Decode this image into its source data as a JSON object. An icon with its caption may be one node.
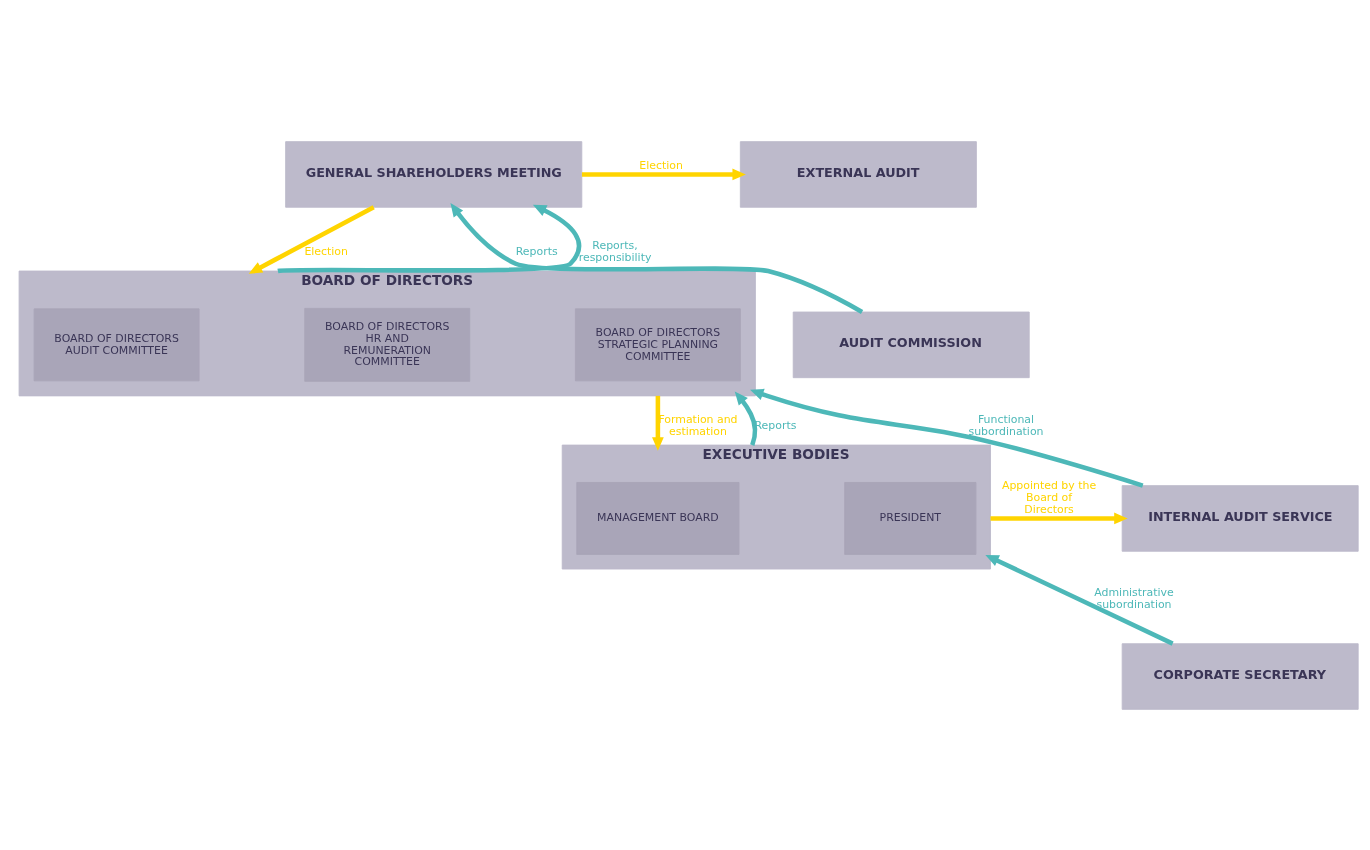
{
  "diagram": {
    "nodes": [
      {
        "text": [
          "GENERAL SHAREHOLDERS MEETING"
        ]
      },
      {
        "text": [
          "EXTERNAL AUDIT"
        ]
      },
      {
        "text": [
          "AUDIT COMMISSION"
        ]
      },
      {
        "text": [
          "BOARD OF DIRECTORS"
        ]
      },
      {
        "text": [
          "BOARD OF DIRECTORS AUDIT COMMITTEE"
        ],
        "in": 3
      },
      {
        "text": [
          "BOARD OF DIRECTORS HR AND REMUNERATION COMMITTEE"
        ],
        "in": 3
      },
      {
        "text": [
          "BOARD OF DIRECTORS STRATEGIC PLANNING COMMITTEE"
        ],
        "in": 3
      },
      {
        "text": [
          "EXECUTIVE BODIES"
        ]
      },
      {
        "text": [
          "MANAGEMENT BOARD"
        ],
        "in": 7
      },
      {
        "text": [
          "PRESIDENT"
        ],
        "in": 7
      },
      {
        "text": [
          "INTERNAL AUDIT SERVICE"
        ]
      },
      {
        "text": [
          "CORPORATE SECRETARY"
        ]
      }
    ],
    "edges": [
      {
        "from": 0,
        "to": 1,
        "arrow": "to",
        "label": "Election",
        "color": "#ffd400"
      },
      {
        "from": 2,
        "to": 0,
        "arrow": "to",
        "label": "Reports",
        "color": "#4db8b8"
      },
      {
        "from": 0,
        "to": 3,
        "arrow": "to",
        "label": "Election",
        "color": "#ffd400"
      },
      {
        "from": 3,
        "to": 0,
        "arrow": "to",
        "label": "Reports, responsibility",
        "color": "#4db8b8"
      },
      {
        "from": 3,
        "to": 7,
        "arrow": "to",
        "label": "Formation and estimation",
        "color": "#ffd400"
      },
      {
        "from": 7,
        "to": 3,
        "arrow": "to",
        "label": "Reports",
        "color": "#4db8b8"
      },
      {
        "from": 10,
        "to": 3,
        "arrow": "to",
        "label": "Functional subordination",
        "color": "#4db8b8"
      },
      {
        "from": 7,
        "to": 10,
        "arrow": "to",
        "label": "Appointed by the Board of Directors",
        "color": "#ffd400"
      },
      {
        "from": 11,
        "to": 7,
        "arrow": "to",
        "label": "Administrative subordination",
        "color": "#4db8b8"
      }
    ]
  }
}
